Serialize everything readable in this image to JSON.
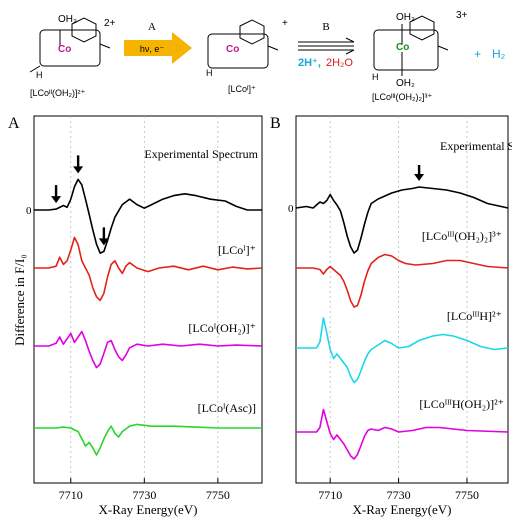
{
  "scheme": {
    "reactant_label": "[LCoᴵᴵ(OH₂)]²⁺",
    "reactant_charge": "2+",
    "reactant_metal": "Co",
    "reactant_ligand_oh2": "OH₂",
    "reactant_nh": "H",
    "step_a_label": "A",
    "step_a_conditions": "hν, e⁻",
    "intermediate_label": "[LCoᴵ]⁺",
    "intermediate_charge": "+",
    "intermediate_metal": "Co",
    "intermediate_nh": "H",
    "step_b_label": "B",
    "step_b_h_plus": "2H⁺,",
    "step_b_water": "2H₂O",
    "product_label": "[LCoᴵᴵᴵ(OH₂)₂]³⁺",
    "product_charge": "3+",
    "product_metal": "Co",
    "product_oh2_top": "OH₂",
    "product_oh2_bottom": "OH₂",
    "product_nh": "H",
    "plus_sign": "+",
    "h2_label": "H₂",
    "colors": {
      "arrow_a": "#f5b400",
      "h_plus": "#1aa7d6",
      "water": "#d8201b",
      "h2": "#1aa7d6",
      "metal_reduced": "#c0188c",
      "metal_oxidized": "#1a8f1a"
    }
  },
  "chart_data": [
    {
      "panel_label": "A",
      "type": "line",
      "xlabel": "X-Ray Energy(eV)",
      "ylabel": "Difference in F/I₀",
      "xlim": [
        7700,
        7762
      ],
      "xticks": [
        7710,
        7730,
        7750
      ],
      "grid": "dotted vertical",
      "zero_label": "0",
      "annotation": "Experimental Spectrum",
      "arrows_at": [
        7706,
        7712,
        7719
      ],
      "series": [
        {
          "name": "Experimental Spectrum",
          "color": "#000000",
          "points": [
            [
              7700,
              0
            ],
            [
              7704,
              0
            ],
            [
              7706,
              0.01
            ],
            [
              7708,
              0.05
            ],
            [
              7709,
              0.03
            ],
            [
              7710,
              0.12
            ],
            [
              7711,
              0.26
            ],
            [
              7712,
              0.34
            ],
            [
              7713,
              0.28
            ],
            [
              7714,
              0.12
            ],
            [
              7715,
              -0.05
            ],
            [
              7716,
              -0.22
            ],
            [
              7717,
              -0.38
            ],
            [
              7718,
              -0.48
            ],
            [
              7719,
              -0.46
            ],
            [
              7720,
              -0.34
            ],
            [
              7721,
              -0.2
            ],
            [
              7722,
              -0.08
            ],
            [
              7724,
              0.06
            ],
            [
              7726,
              0.12
            ],
            [
              7728,
              0.06
            ],
            [
              7730,
              0.02
            ],
            [
              7732,
              0.06
            ],
            [
              7735,
              0.12
            ],
            [
              7738,
              0.16
            ],
            [
              7741,
              0.18
            ],
            [
              7744,
              0.16
            ],
            [
              7748,
              0.12
            ],
            [
              7752,
              0.1
            ],
            [
              7755,
              0.04
            ],
            [
              7758,
              0
            ],
            [
              7762,
              0
            ]
          ]
        },
        {
          "name": "[LCoᴵ]⁺",
          "color": "#e2231a",
          "points": [
            [
              7700,
              0
            ],
            [
              7704,
              0
            ],
            [
              7706,
              0.02
            ],
            [
              7707,
              0.12
            ],
            [
              7708,
              0.04
            ],
            [
              7709,
              0.08
            ],
            [
              7710,
              0.2
            ],
            [
              7711,
              0.34
            ],
            [
              7712,
              0.26
            ],
            [
              7713,
              0.08
            ],
            [
              7714,
              0
            ],
            [
              7715,
              -0.08
            ],
            [
              7716,
              -0.22
            ],
            [
              7717,
              -0.32
            ],
            [
              7718,
              -0.36
            ],
            [
              7719,
              -0.28
            ],
            [
              7720,
              -0.1
            ],
            [
              7721,
              0.04
            ],
            [
              7722,
              0.08
            ],
            [
              7723,
              0
            ],
            [
              7724,
              -0.06
            ],
            [
              7725,
              0.02
            ],
            [
              7726,
              0.06
            ],
            [
              7728,
              0
            ],
            [
              7731,
              -0.04
            ],
            [
              7734,
              0
            ],
            [
              7738,
              0.02
            ],
            [
              7742,
              -0.02
            ],
            [
              7746,
              0.02
            ],
            [
              7750,
              -0.02
            ],
            [
              7754,
              0.01
            ],
            [
              7758,
              -0.01
            ],
            [
              7762,
              0
            ]
          ]
        },
        {
          "name": "[LCoᴵ(OH₂)]⁺",
          "color": "#e000e0",
          "points": [
            [
              7700,
              0
            ],
            [
              7704,
              0
            ],
            [
              7706,
              0.03
            ],
            [
              7707,
              0.1
            ],
            [
              7708,
              0.02
            ],
            [
              7709,
              0.08
            ],
            [
              7710,
              0.14
            ],
            [
              7711,
              0.04
            ],
            [
              7712,
              0.1
            ],
            [
              7713,
              0.16
            ],
            [
              7714,
              0.06
            ],
            [
              7715,
              -0.06
            ],
            [
              7716,
              -0.16
            ],
            [
              7717,
              -0.24
            ],
            [
              7718,
              -0.2
            ],
            [
              7719,
              -0.08
            ],
            [
              7720,
              0.04
            ],
            [
              7721,
              0.06
            ],
            [
              7722,
              -0.04
            ],
            [
              7723,
              -0.12
            ],
            [
              7724,
              -0.16
            ],
            [
              7725,
              -0.1
            ],
            [
              7726,
              -0.02
            ],
            [
              7728,
              0.02
            ],
            [
              7731,
              0
            ],
            [
              7735,
              0.02
            ],
            [
              7740,
              0
            ],
            [
              7745,
              0.02
            ],
            [
              7750,
              0
            ],
            [
              7755,
              0.01
            ],
            [
              7762,
              0
            ]
          ]
        },
        {
          "name": "[LCoᴵ(Asc)]",
          "color": "#2ad62a",
          "points": [
            [
              7700,
              0
            ],
            [
              7706,
              0
            ],
            [
              7708,
              0.01
            ],
            [
              7710,
              0
            ],
            [
              7712,
              -0.04
            ],
            [
              7713,
              -0.12
            ],
            [
              7714,
              -0.2
            ],
            [
              7715,
              -0.16
            ],
            [
              7716,
              -0.22
            ],
            [
              7717,
              -0.3
            ],
            [
              7718,
              -0.22
            ],
            [
              7719,
              -0.12
            ],
            [
              7720,
              -0.04
            ],
            [
              7721,
              0.02
            ],
            [
              7722,
              -0.06
            ],
            [
              7723,
              -0.1
            ],
            [
              7724,
              -0.04
            ],
            [
              7726,
              0.02
            ],
            [
              7728,
              0.04
            ],
            [
              7732,
              0.02
            ],
            [
              7738,
              0.02
            ],
            [
              7744,
              0.01
            ],
            [
              7750,
              0
            ],
            [
              7762,
              0
            ]
          ]
        }
      ]
    },
    {
      "panel_label": "B",
      "type": "line",
      "xlabel": "X-Ray Energy(eV)",
      "ylabel": "",
      "xlim": [
        7700,
        7762
      ],
      "xticks": [
        7710,
        7730,
        7750
      ],
      "grid": "dotted vertical",
      "zero_label": "0",
      "annotation": "Experimental Spectrum",
      "arrows_at": [
        7736
      ],
      "series": [
        {
          "name": "Experimental Spectrum",
          "color": "#000000",
          "points": [
            [
              7700,
              0
            ],
            [
              7703,
              0.02
            ],
            [
              7705,
              0
            ],
            [
              7707,
              0.08
            ],
            [
              7708,
              0.06
            ],
            [
              7709,
              0.1
            ],
            [
              7710,
              0.18
            ],
            [
              7711,
              0.1
            ],
            [
              7712,
              0.04
            ],
            [
              7713,
              -0.04
            ],
            [
              7714,
              -0.2
            ],
            [
              7715,
              -0.38
            ],
            [
              7716,
              -0.52
            ],
            [
              7717,
              -0.6
            ],
            [
              7718,
              -0.56
            ],
            [
              7719,
              -0.4
            ],
            [
              7720,
              -0.22
            ],
            [
              7721,
              -0.06
            ],
            [
              7722,
              0.06
            ],
            [
              7724,
              0.12
            ],
            [
              7726,
              0.16
            ],
            [
              7728,
              0.2
            ],
            [
              7731,
              0.24
            ],
            [
              7734,
              0.26
            ],
            [
              7736,
              0.28
            ],
            [
              7740,
              0.26
            ],
            [
              7744,
              0.24
            ],
            [
              7748,
              0.2
            ],
            [
              7752,
              0.14
            ],
            [
              7756,
              0.06
            ],
            [
              7760,
              0.02
            ],
            [
              7762,
              0
            ]
          ]
        },
        {
          "name": "[LCoᴵᴵᴵ(OH₂)₂]³⁺",
          "color": "#e2231a",
          "points": [
            [
              7700,
              0
            ],
            [
              7705,
              0
            ],
            [
              7707,
              -0.02
            ],
            [
              7708,
              -0.08
            ],
            [
              7709,
              -0.02
            ],
            [
              7710,
              0.02
            ],
            [
              7711,
              -0.02
            ],
            [
              7712,
              -0.06
            ],
            [
              7713,
              -0.1
            ],
            [
              7714,
              -0.18
            ],
            [
              7715,
              -0.3
            ],
            [
              7716,
              -0.44
            ],
            [
              7717,
              -0.52
            ],
            [
              7718,
              -0.5
            ],
            [
              7719,
              -0.36
            ],
            [
              7720,
              -0.18
            ],
            [
              7721,
              -0.04
            ],
            [
              7722,
              0.06
            ],
            [
              7724,
              0.14
            ],
            [
              7726,
              0.18
            ],
            [
              7728,
              0.16
            ],
            [
              7730,
              0.1
            ],
            [
              7732,
              0.06
            ],
            [
              7735,
              0.04
            ],
            [
              7740,
              0.06
            ],
            [
              7744,
              0.1
            ],
            [
              7748,
              0.1
            ],
            [
              7752,
              0.06
            ],
            [
              7756,
              0.02
            ],
            [
              7762,
              0
            ]
          ]
        },
        {
          "name": "[LCoᴵᴵᴵH]²⁺",
          "color": "#19d8e8",
          "points": [
            [
              7700,
              0
            ],
            [
              7706,
              0
            ],
            [
              7707,
              0.08
            ],
            [
              7708,
              0.4
            ],
            [
              7709,
              0.2
            ],
            [
              7710,
              -0.02
            ],
            [
              7711,
              -0.14
            ],
            [
              7712,
              -0.08
            ],
            [
              7713,
              -0.14
            ],
            [
              7714,
              -0.2
            ],
            [
              7715,
              -0.26
            ],
            [
              7716,
              -0.38
            ],
            [
              7717,
              -0.46
            ],
            [
              7718,
              -0.42
            ],
            [
              7719,
              -0.3
            ],
            [
              7720,
              -0.18
            ],
            [
              7721,
              -0.08
            ],
            [
              7722,
              -0.02
            ],
            [
              7724,
              0.04
            ],
            [
              7726,
              0.1
            ],
            [
              7728,
              0.06
            ],
            [
              7730,
              0
            ],
            [
              7733,
              0.02
            ],
            [
              7736,
              0.1
            ],
            [
              7740,
              0.16
            ],
            [
              7743,
              0.18
            ],
            [
              7746,
              0.16
            ],
            [
              7750,
              0.1
            ],
            [
              7754,
              0.02
            ],
            [
              7758,
              -0.02
            ],
            [
              7762,
              0
            ]
          ]
        },
        {
          "name": "[LCoᴵᴵᴵH(OH₂)]²⁺",
          "color": "#e000e0",
          "points": [
            [
              7700,
              0
            ],
            [
              7706,
              0
            ],
            [
              7707,
              0.06
            ],
            [
              7708,
              0.3
            ],
            [
              7709,
              0.14
            ],
            [
              7710,
              -0.02
            ],
            [
              7711,
              -0.1
            ],
            [
              7712,
              -0.04
            ],
            [
              7713,
              -0.1
            ],
            [
              7714,
              -0.16
            ],
            [
              7715,
              -0.24
            ],
            [
              7716,
              -0.32
            ],
            [
              7717,
              -0.36
            ],
            [
              7718,
              -0.3
            ],
            [
              7719,
              -0.18
            ],
            [
              7720,
              -0.06
            ],
            [
              7721,
              0.02
            ],
            [
              7722,
              0.04
            ],
            [
              7724,
              0.02
            ],
            [
              7726,
              0.06
            ],
            [
              7728,
              0.04
            ],
            [
              7730,
              0
            ],
            [
              7734,
              0.02
            ],
            [
              7738,
              0.06
            ],
            [
              7742,
              0.06
            ],
            [
              7746,
              0.04
            ],
            [
              7750,
              0.02
            ],
            [
              7762,
              0
            ]
          ]
        }
      ]
    }
  ]
}
